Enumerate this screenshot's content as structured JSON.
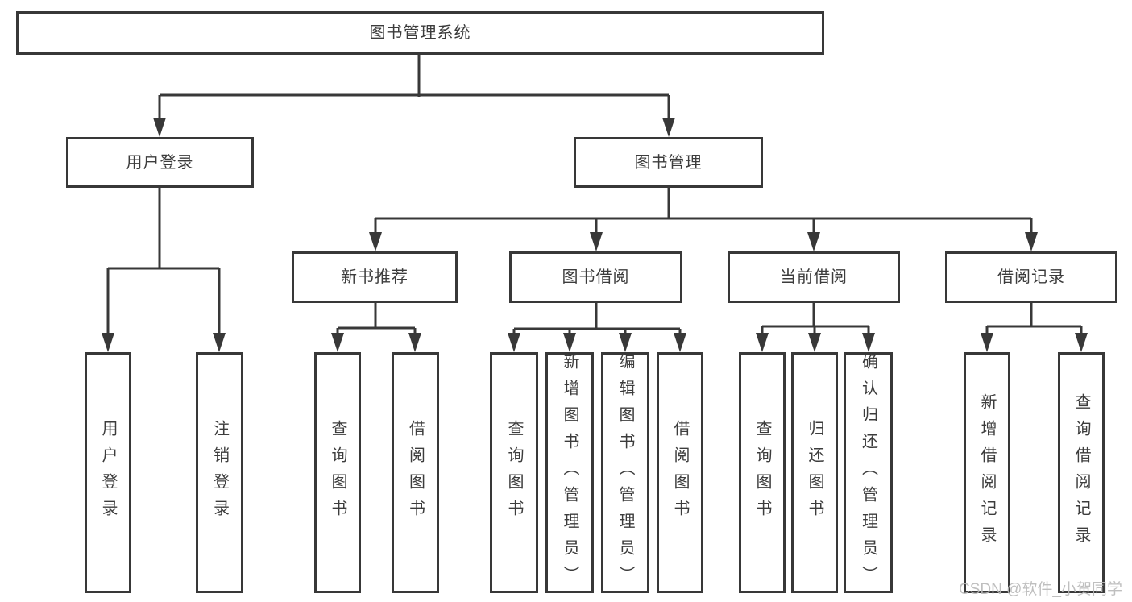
{
  "title": "图书管理系统",
  "watermark": "CSDN @软件_小贺同学",
  "colors": {
    "line": "#383838",
    "border": "#383838",
    "text": "#3c3c3c",
    "background": "#ffffff",
    "watermark": "#b9b9b9"
  },
  "nodes": {
    "root": "图书管理系统",
    "user_login": "用户登录",
    "book_management": "图书管理",
    "new_book_recommend": "新书推荐",
    "book_borrowing": "图书借阅",
    "current_borrowing": "当前借阅",
    "borrowing_records": "借阅记录",
    "ul_user_login": "用户登录",
    "ul_logout": "注销登录",
    "nb_query_books": "查询图书",
    "nb_borrow_books": "借阅图书",
    "bb_query_books": "查询图书",
    "bb_add_books_admin": "新增图书（管理员）",
    "bb_edit_books_admin": "编辑图书（管理员）",
    "bb_borrow_books": "借阅图书",
    "cb_query_books": "查询图书",
    "cb_return_books": "归还图书",
    "cb_confirm_return_admin": "确认归还（管理员）",
    "br_add_borrow_record": "新增借阅记录",
    "br_query_borrow_record": "查询借阅记录"
  },
  "hierarchy": {
    "图书管理系统": [
      "用户登录",
      "图书管理"
    ],
    "用户登录": [
      "用户登录",
      "注销登录"
    ],
    "图书管理": [
      "新书推荐",
      "图书借阅",
      "当前借阅",
      "借阅记录"
    ],
    "新书推荐": [
      "查询图书",
      "借阅图书"
    ],
    "图书借阅": [
      "查询图书",
      "新增图书（管理员）",
      "编辑图书（管理员）",
      "借阅图书"
    ],
    "当前借阅": [
      "查询图书",
      "归还图书",
      "确认归还（管理员）"
    ],
    "借阅记录": [
      "新增借阅记录",
      "查询借阅记录"
    ]
  }
}
